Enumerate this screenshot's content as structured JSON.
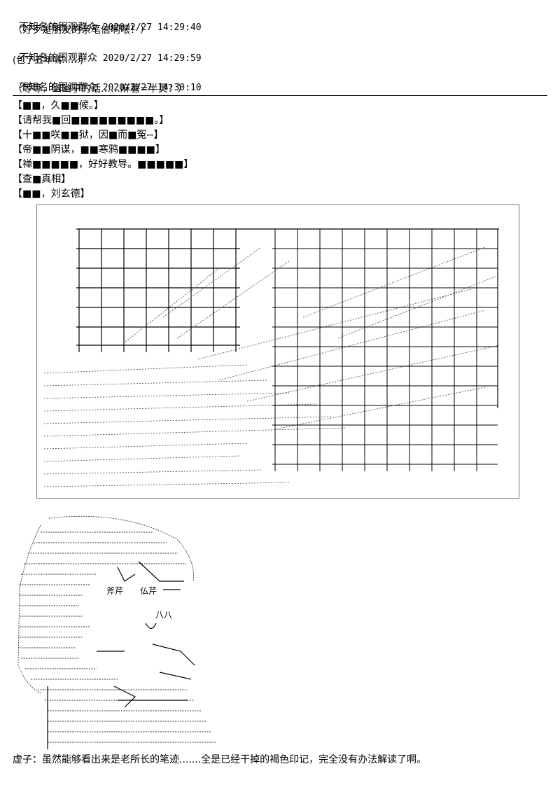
{
  "chat": [
    {
      "user": "不知名的围观群众",
      "timestamp": "2020/2/27 14:29:40",
      "message": "（好歹是朋友的亲笔信啊喂！）"
    },
    {
      "user": "不知名的围观群众",
      "timestamp": "2020/2/27 14:29:59",
      "message": "(包了五年嗎……)"
    },
    {
      "user": "不知名的围观群众",
      "timestamp": "2020/2/27 14:30:10",
      "message": "（等等，幽幽子的话……麻薯=半灵？）"
    }
  ],
  "letter_lines": [
    "【■■，久■■候。】",
    "【请帮我■回■■■■■■■■■。】",
    "【十■■咲■■狱，因■而■冤--】",
    "【帝■■阴谋，■■寒鸦■■■■】",
    "【禅■■■■■，好好教导。■■■■■】",
    "【查■真相】",
    "【■■，刘玄德】"
  ],
  "art_labels": {
    "left": "斧芹",
    "right": "仏芹",
    "bottom_right": "八八"
  },
  "caption": "虚子：虽然能够看出来是老所长的笔迹.......全是已经干掉的褐色印记，完全没有办法解读了啊。"
}
